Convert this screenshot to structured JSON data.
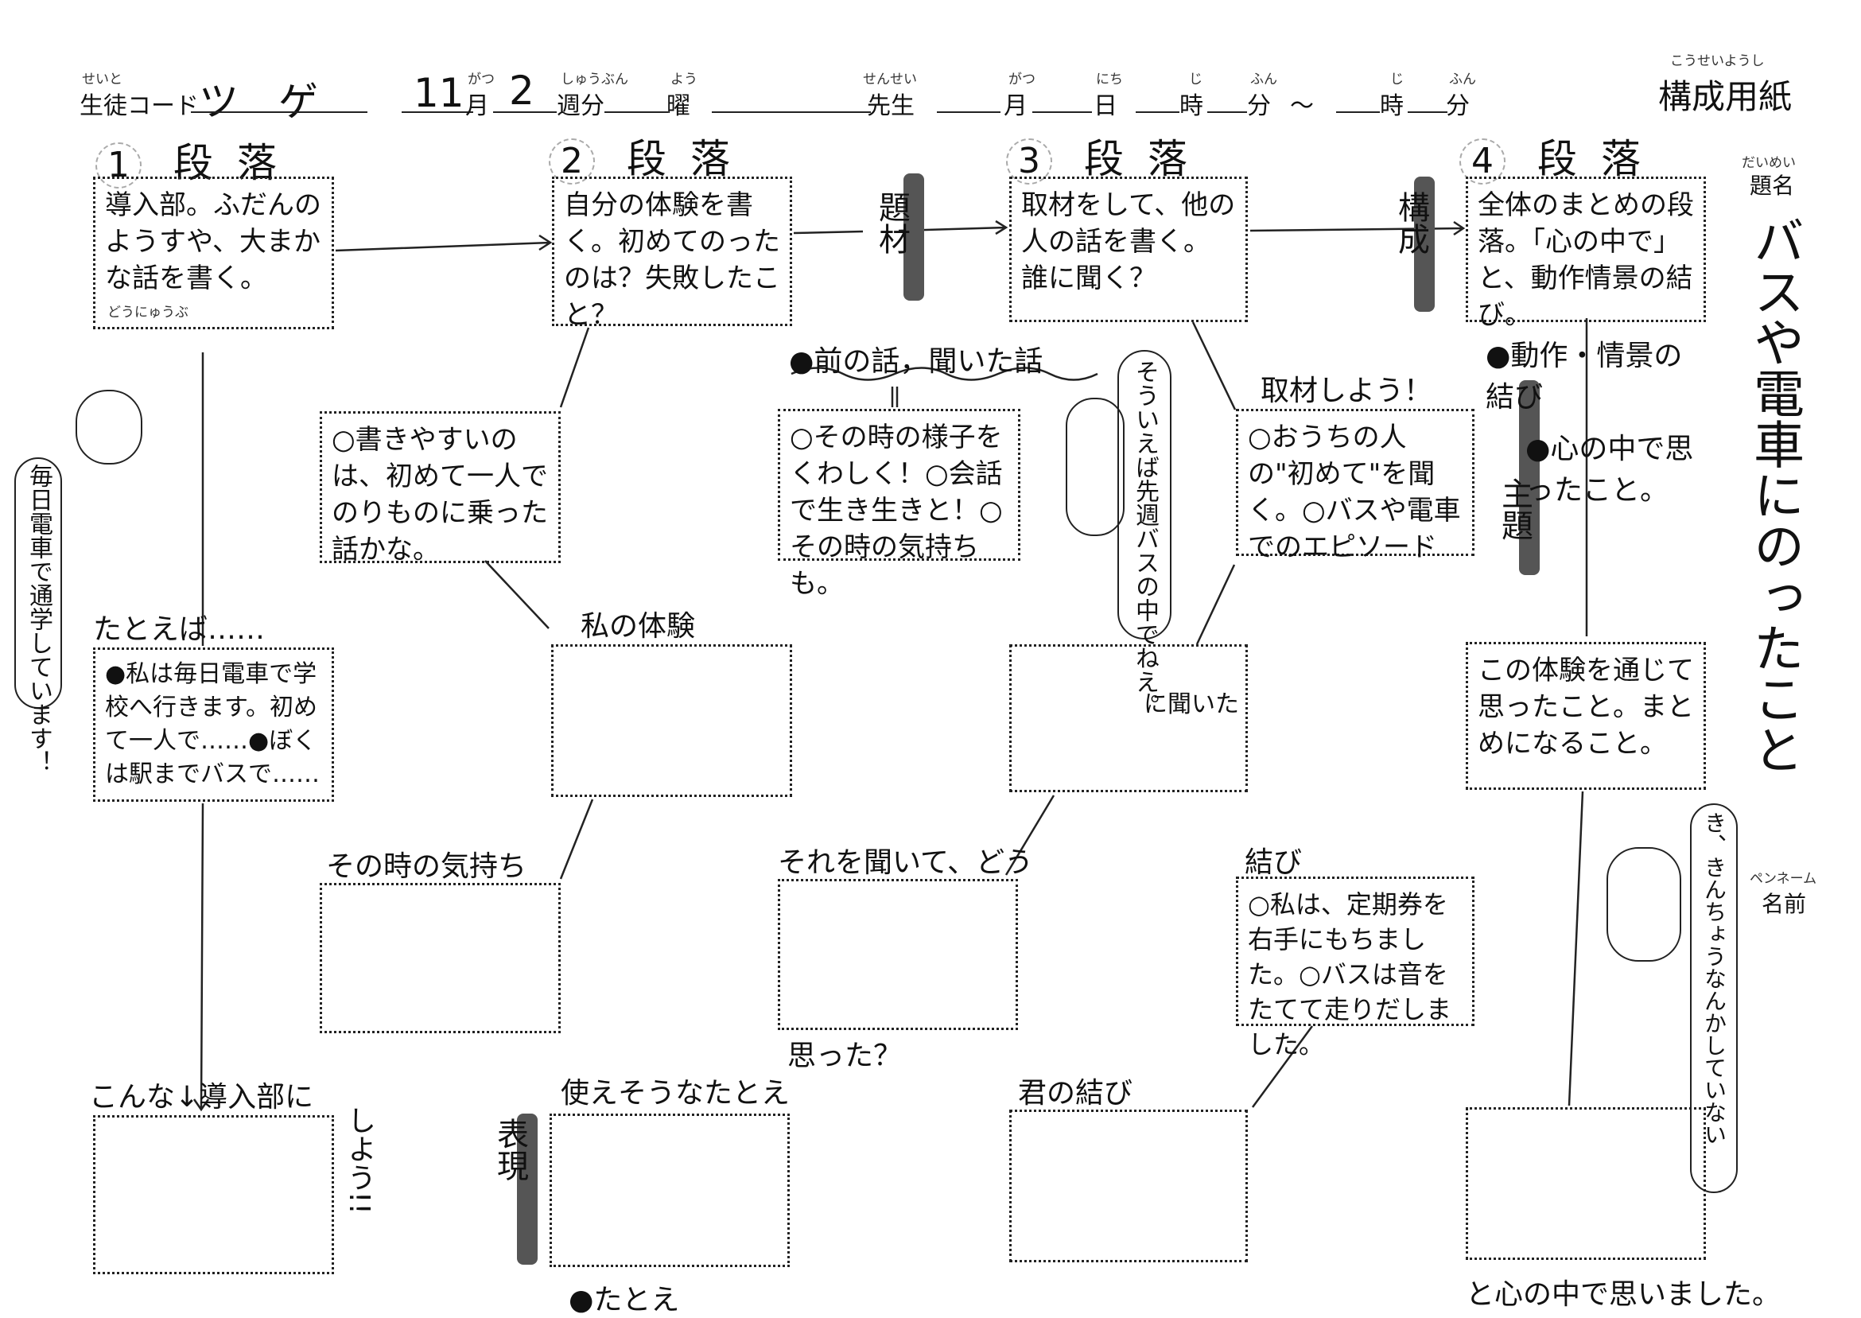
{
  "header": {
    "student_code_ruby": "せいと",
    "student_code_label": "生徒コード",
    "student_code_value": "ツ　ゲ",
    "month_value": "11",
    "month_ruby": "がつ",
    "month_label": "月",
    "week_value": "2",
    "week_ruby": "しゅうぶん",
    "week_label": "週分",
    "day_ruby": "よう",
    "day_label": "曜",
    "teacher_ruby": "せんせい",
    "teacher_label": "先生",
    "date_month_ruby": "がつ",
    "date_month_label": "月",
    "date_day_ruby": "にち",
    "date_day_label": "日",
    "hour_ruby": "じ",
    "hour_label": "時",
    "minute_ruby": "ふん",
    "minute_label": "分",
    "tilde": "～",
    "hour2_ruby": "じ",
    "hour2_label": "時",
    "minute2_ruby": "ふん",
    "minute2_label": "分",
    "form_title_ruby": "こうせいようし",
    "form_title": "構成用紙"
  },
  "paragraphs": [
    {
      "num": "1",
      "label": "段落",
      "text": "導入部。ふだんのようすや、大まかな話を書く。",
      "ruby": "どうにゅうぶ"
    },
    {
      "num": "2",
      "label": "段落",
      "text": "自分の体験を書く。初めてのったのは？失敗したこと？"
    },
    {
      "num": "3",
      "label": "段落",
      "text": "取材をして、他の人の話を書く。誰に聞く？"
    },
    {
      "num": "4",
      "label": "段落",
      "text": "全体のまとめの段落。「心の中で」と、動作情景の結び。"
    }
  ],
  "tags": {
    "subject": "題材",
    "structure": "構成",
    "theme": "主題",
    "expression": "表現"
  },
  "title_side": {
    "ruby": "だいめい",
    "label": "題名",
    "value": "バスや電車にのったこと"
  },
  "name_side": {
    "ruby": "ペンネーム",
    "label": "名前"
  },
  "notes": {
    "p2_hint": "○書きやすいのは、初めて一人でのりものに乗った話かな。",
    "p3_heading": "●前の話，聞いた話",
    "p3_hint": "○その時の様子をくわしく！○会話で生き生きと！○その時の気持ちも。",
    "interview_heading": "取材しよう！",
    "interview_hint": "○おうちの人の\"初めて\"を聞く。○バスや電車でのエピソード",
    "p4_point1": "●動作・情景の結び",
    "p4_point2": "●心の中で思ったこと。",
    "frog_bubble": "毎日電車で通学しています！",
    "rabbit_bubble": "そういえば先週バスの中でねえ。",
    "bear_bubble": "き、きんちょうなんかしていない"
  },
  "row2": {
    "example_label": "たとえば……",
    "example_text": "●私は毎日電車で学校へ行きます。初めて一人で……●ぼくは駅までバスで……",
    "my_experience_label": "私の体験",
    "asked_label": "に聞いた",
    "summary_text": "この体験を通じて思ったこと。まとめになること。"
  },
  "row3": {
    "feeling_label": "その時の気持ち",
    "heard_label": "それを聞いて、どう",
    "heard_label2": "思った？",
    "conclusion_label": "結び",
    "conclusion_text": "○私は、定期券を右手にもちました。○バスは音をたてて走りだしました。"
  },
  "row4": {
    "intro_label": "こんな↓導入部に",
    "intro_label2": "しよう!!",
    "usable_label": "使えそうなたとえ",
    "usable_bottom": "●たとえ",
    "your_conclusion_label": "君の結び",
    "final_text": "と心の中で思いました。"
  }
}
